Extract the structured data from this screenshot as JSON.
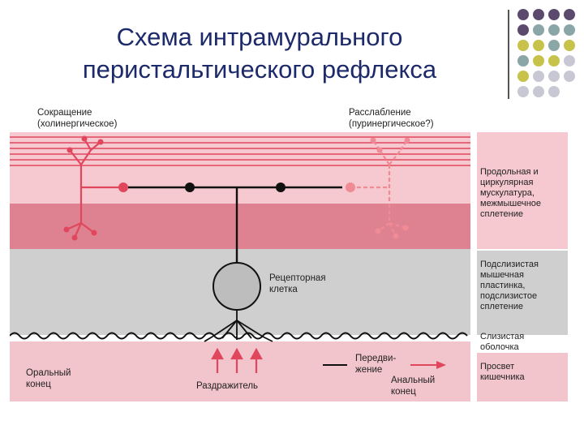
{
  "slide": {
    "title_line1": "Схема интрамурального",
    "title_line2": "перистальтического рефлекса"
  },
  "colors": {
    "title": "#1c2a6b",
    "muscle_light": "#f6c8cf",
    "muscle_lines": "#e0475d",
    "muscle_dark": "#de8292",
    "submucosa": "#cfcfcf",
    "lumen": "#f2c4cc",
    "neuron": "#111111",
    "cholinergic": "#e0475d",
    "purinergic": "#f08a94",
    "dot_purple": "#5b4a6e",
    "dot_teal": "#8aa6a6",
    "dot_olive": "#c7c24a",
    "dot_gray": "#c8c8d4"
  },
  "diagram": {
    "contraction_1": "Сокращение",
    "contraction_2": "(холинергическое)",
    "relaxation_1": "Расслабление",
    "relaxation_2": "(пуринергическое?)",
    "receptor_1": "Рецепторная",
    "receptor_2": "клетка",
    "oral_1": "Оральный",
    "oral_2": "конец",
    "stimulus": "Раздражитель",
    "movement_1": "Передви-",
    "movement_2": "жение",
    "anal_1": "Анальный",
    "anal_2": "конец"
  },
  "legend": {
    "muscle_1": "Продольная и",
    "muscle_2": "циркулярная",
    "muscle_3": "мускулатура,",
    "muscle_4": "межмышечное",
    "muscle_5": "сплетение",
    "submucosa_1": "Подслизистая",
    "submucosa_2": "мышечная",
    "submucosa_3": "пластинка,",
    "submucosa_4": "подслизистое",
    "submucosa_5": "сплетение",
    "mucosa_1": "Слизистая",
    "mucosa_2": "оболочка",
    "lumen_1": "Просвет",
    "lumen_2": "кишечника"
  }
}
